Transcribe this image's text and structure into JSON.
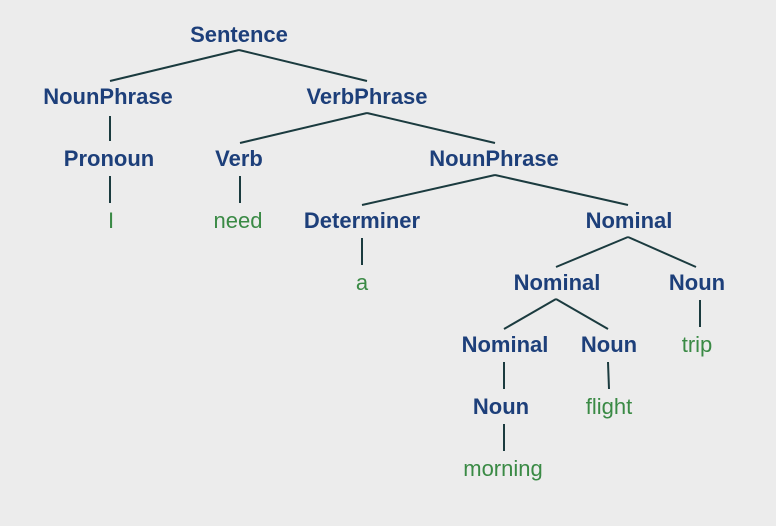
{
  "tree": {
    "nodes": [
      {
        "id": "n0",
        "label": "Sentence",
        "kind": "nonterminal",
        "parent": null
      },
      {
        "id": "n1",
        "label": "NounPhrase",
        "kind": "nonterminal",
        "parent": "n0"
      },
      {
        "id": "n2",
        "label": "VerbPhrase",
        "kind": "nonterminal",
        "parent": "n0"
      },
      {
        "id": "n3",
        "label": "Pronoun",
        "kind": "nonterminal",
        "parent": "n1"
      },
      {
        "id": "n4",
        "label": "I",
        "kind": "word",
        "parent": "n3"
      },
      {
        "id": "n5",
        "label": "Verb",
        "kind": "nonterminal",
        "parent": "n2"
      },
      {
        "id": "n6",
        "label": "NounPhrase",
        "kind": "nonterminal",
        "parent": "n2"
      },
      {
        "id": "n7",
        "label": "need",
        "kind": "word",
        "parent": "n5"
      },
      {
        "id": "n8",
        "label": "Determiner",
        "kind": "nonterminal",
        "parent": "n6"
      },
      {
        "id": "n9",
        "label": "Nominal",
        "kind": "nonterminal",
        "parent": "n6"
      },
      {
        "id": "n10",
        "label": "a",
        "kind": "word",
        "parent": "n8"
      },
      {
        "id": "n11",
        "label": "Nominal",
        "kind": "nonterminal",
        "parent": "n9"
      },
      {
        "id": "n12",
        "label": "Noun",
        "kind": "nonterminal",
        "parent": "n9"
      },
      {
        "id": "n13",
        "label": "trip",
        "kind": "word",
        "parent": "n12"
      },
      {
        "id": "n14",
        "label": "Nominal",
        "kind": "nonterminal",
        "parent": "n11"
      },
      {
        "id": "n15",
        "label": "Noun",
        "kind": "nonterminal",
        "parent": "n11"
      },
      {
        "id": "n16",
        "label": "flight",
        "kind": "word",
        "parent": "n15"
      },
      {
        "id": "n17",
        "label": "Noun",
        "kind": "nonterminal",
        "parent": "n14"
      },
      {
        "id": "n18",
        "label": "morning",
        "kind": "word",
        "parent": "n17"
      }
    ]
  },
  "colors": {
    "background": "#ececec",
    "nonterminal": "#1d3f7a",
    "word": "#3a8a45",
    "edge": "#1b3b3f"
  }
}
